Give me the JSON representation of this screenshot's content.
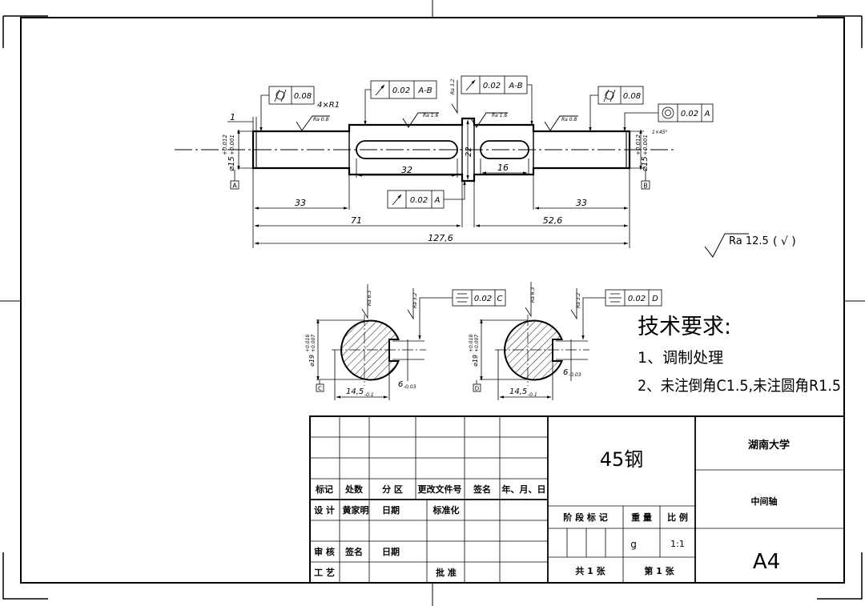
{
  "frame": {
    "line_color": "#000000"
  },
  "shaft": {
    "tolerance_frames": [
      {
        "symbol": "cylindricity",
        "value": "0.08",
        "datum": ""
      },
      {
        "symbol": "circular-runout",
        "value": "0.02",
        "datum": "A-B"
      },
      {
        "symbol": "circular-runout",
        "value": "0.02",
        "datum": "A-B"
      },
      {
        "symbol": "cylindricity",
        "value": "0.08",
        "datum": ""
      },
      {
        "symbol": "concentricity",
        "value": "0.02",
        "datum": "A"
      },
      {
        "symbol": "circular-runout",
        "value": "0.02",
        "datum": "A"
      }
    ],
    "fillet_note": "4×R1",
    "chamfer_note": "1×45°",
    "roughness_labels": [
      "Ra 0.8",
      "Ra 1.6",
      "Ra 3.2",
      "Ra 1.6",
      "Ra 0.8"
    ],
    "dimensions": {
      "left_offset": "1",
      "left_dia": "⌀15",
      "left_tol_upper": "+0.012",
      "left_tol_lower": "+0.001",
      "right_dia": "⌀15",
      "right_tol_upper": "+0.012",
      "right_tol_lower": "+0.001",
      "key1_len": "32",
      "key2_len": "16",
      "shoulder_dia": "22",
      "left_seg": "33",
      "left_total": "71",
      "right_seg": "33",
      "right_total": "52,6",
      "overall": "127,6"
    },
    "datum_labels": [
      "A",
      "B"
    ]
  },
  "general_roughness": {
    "label": "Ra 12.5",
    "suffix": "(  √ )"
  },
  "sections": [
    {
      "dia": "⌀19",
      "tol_upper": "+0.018",
      "tol_lower": "+0.007",
      "depth": "14,5",
      "depth_tol": "-0.1",
      "width": "6",
      "width_tol": "-0.03",
      "ra1": "Ra 6.3",
      "ra2": "Ra 3.2",
      "sym_value": "0.02",
      "sym_datum": "C",
      "datum": "C"
    },
    {
      "dia": "⌀19",
      "tol_upper": "+0.018",
      "tol_lower": "+0.007",
      "depth": "14,5",
      "depth_tol": "-0.1",
      "width": "6",
      "width_tol": "-0.03",
      "ra1": "Ra 6.3",
      "ra2": "Ra 3.2",
      "sym_value": "0.02",
      "sym_datum": "D",
      "datum": "D"
    }
  ],
  "tech_requirements": {
    "title": "技术要求:",
    "items": [
      "1、调制处理",
      "2、未注倒角C1.5,未注圆角R1.5"
    ]
  },
  "title_block": {
    "header_row": [
      "标记",
      "处数",
      "分 区",
      "更改文件号",
      "签名",
      "年、月、日"
    ],
    "design_label": "设 计",
    "designer": "黄家明",
    "date_label": "日期",
    "standardize_label": "标准化",
    "review_label": "审 核",
    "sign_label": "签名",
    "date_label2": "日期",
    "process_label": "工 艺",
    "approve_label": "批 准",
    "material": "45钢",
    "stage_label": "阶 段 标 记",
    "weight_label": "重 量",
    "scale_label": "比 例",
    "weight_value": "g",
    "scale_value": "1:1",
    "sheets": "共  1  张",
    "sheet_no": "第  1  张",
    "organization": "湖南大学",
    "part_name": "中间轴",
    "paper_size": "A4"
  }
}
